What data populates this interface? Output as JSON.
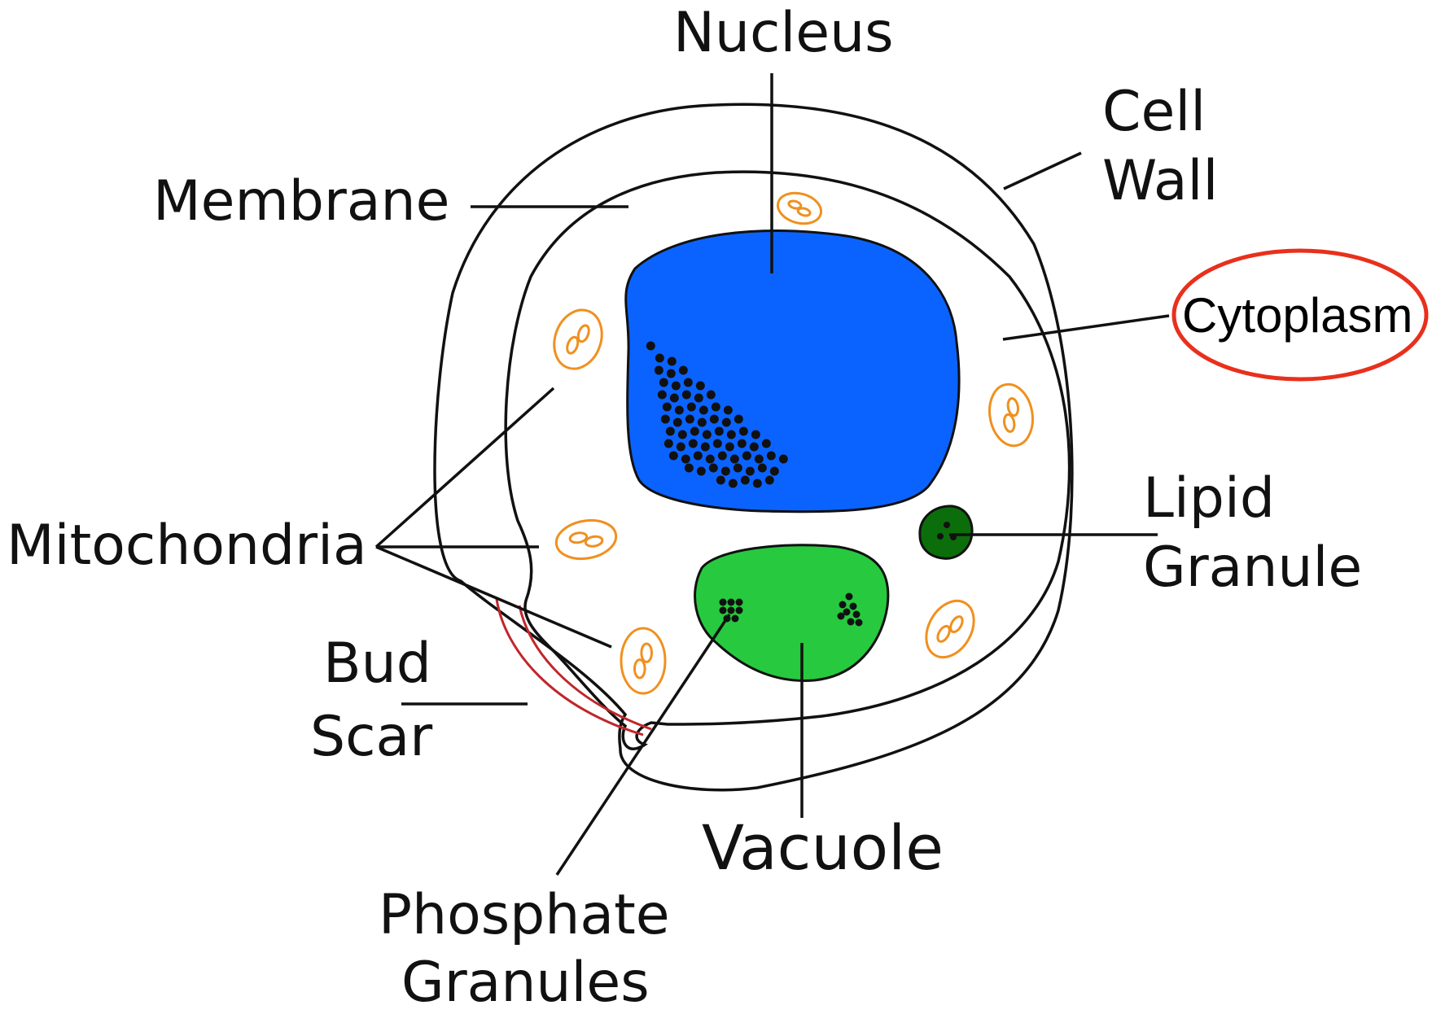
{
  "labels": {
    "nucleus": "Nucleus",
    "cell_wall_line1": "Cell",
    "cell_wall_line2": "Wall",
    "membrane": "Membrane",
    "cytoplasm": "Cytoplasm",
    "mitochondria": "Mitochondria",
    "lipid_line1": "Lipid",
    "lipid_line2": "Granule",
    "bud_line1": "Bud",
    "bud_line2": "Scar",
    "vacuole": "Vacuole",
    "phosphate_line1": "Phosphate",
    "phosphate_line2": "Granules"
  },
  "colors": {
    "nucleus": "#0b63ff",
    "vacuole": "#27c93f",
    "lipid_granule": "#0b6e0b",
    "mitochondria": "#f0901f",
    "bud_scar": "#c0262b",
    "highlight": "#e8301c",
    "outline": "#111111"
  },
  "highlighted_label": "cytoplasm"
}
